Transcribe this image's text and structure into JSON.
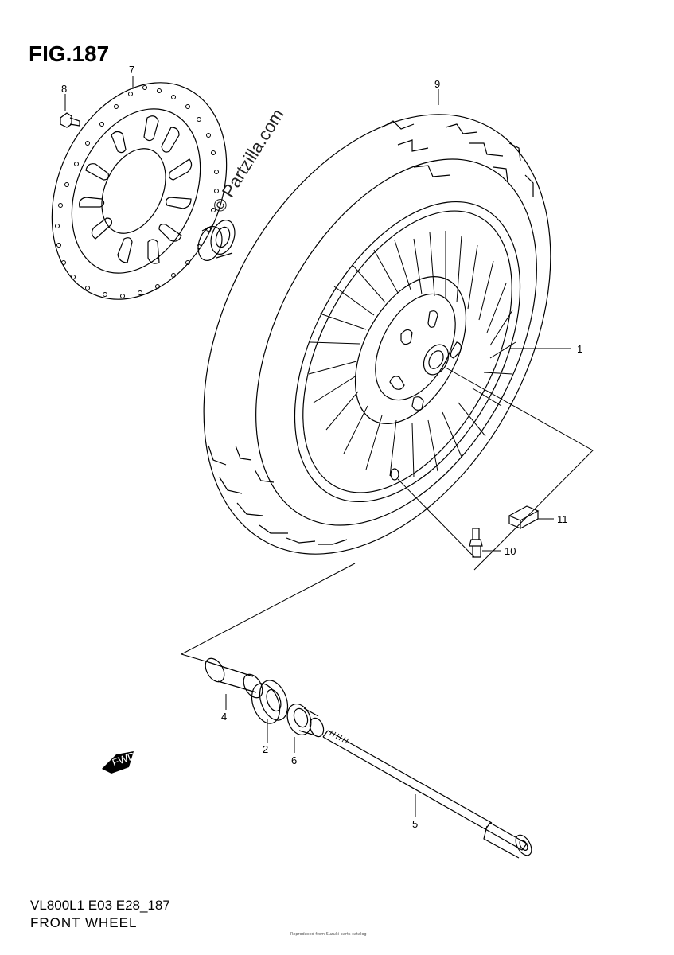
{
  "figure": {
    "title": "FIG.187",
    "model_code": "VL800L1 E03 E28_187",
    "section_name": "FRONT WHEEL",
    "footer_micro": "Reproduced from Suzuki parts catalog",
    "watermark": "© Partzilla.com"
  },
  "callouts": [
    {
      "number": "1",
      "part": "wheel"
    },
    {
      "number": "2",
      "part": "bearing"
    },
    {
      "number": "4",
      "part": "spacer"
    },
    {
      "number": "5",
      "part": "axle"
    },
    {
      "number": "6",
      "part": "collar"
    },
    {
      "number": "7",
      "part": "brake disc"
    },
    {
      "number": "8",
      "part": "bolt"
    },
    {
      "number": "9",
      "part": "tire"
    },
    {
      "number": "10",
      "part": "valve"
    },
    {
      "number": "11",
      "part": "valve cap"
    }
  ],
  "direction_indicator": "FWD",
  "colors": {
    "line": "#000000",
    "background": "#ffffff"
  }
}
